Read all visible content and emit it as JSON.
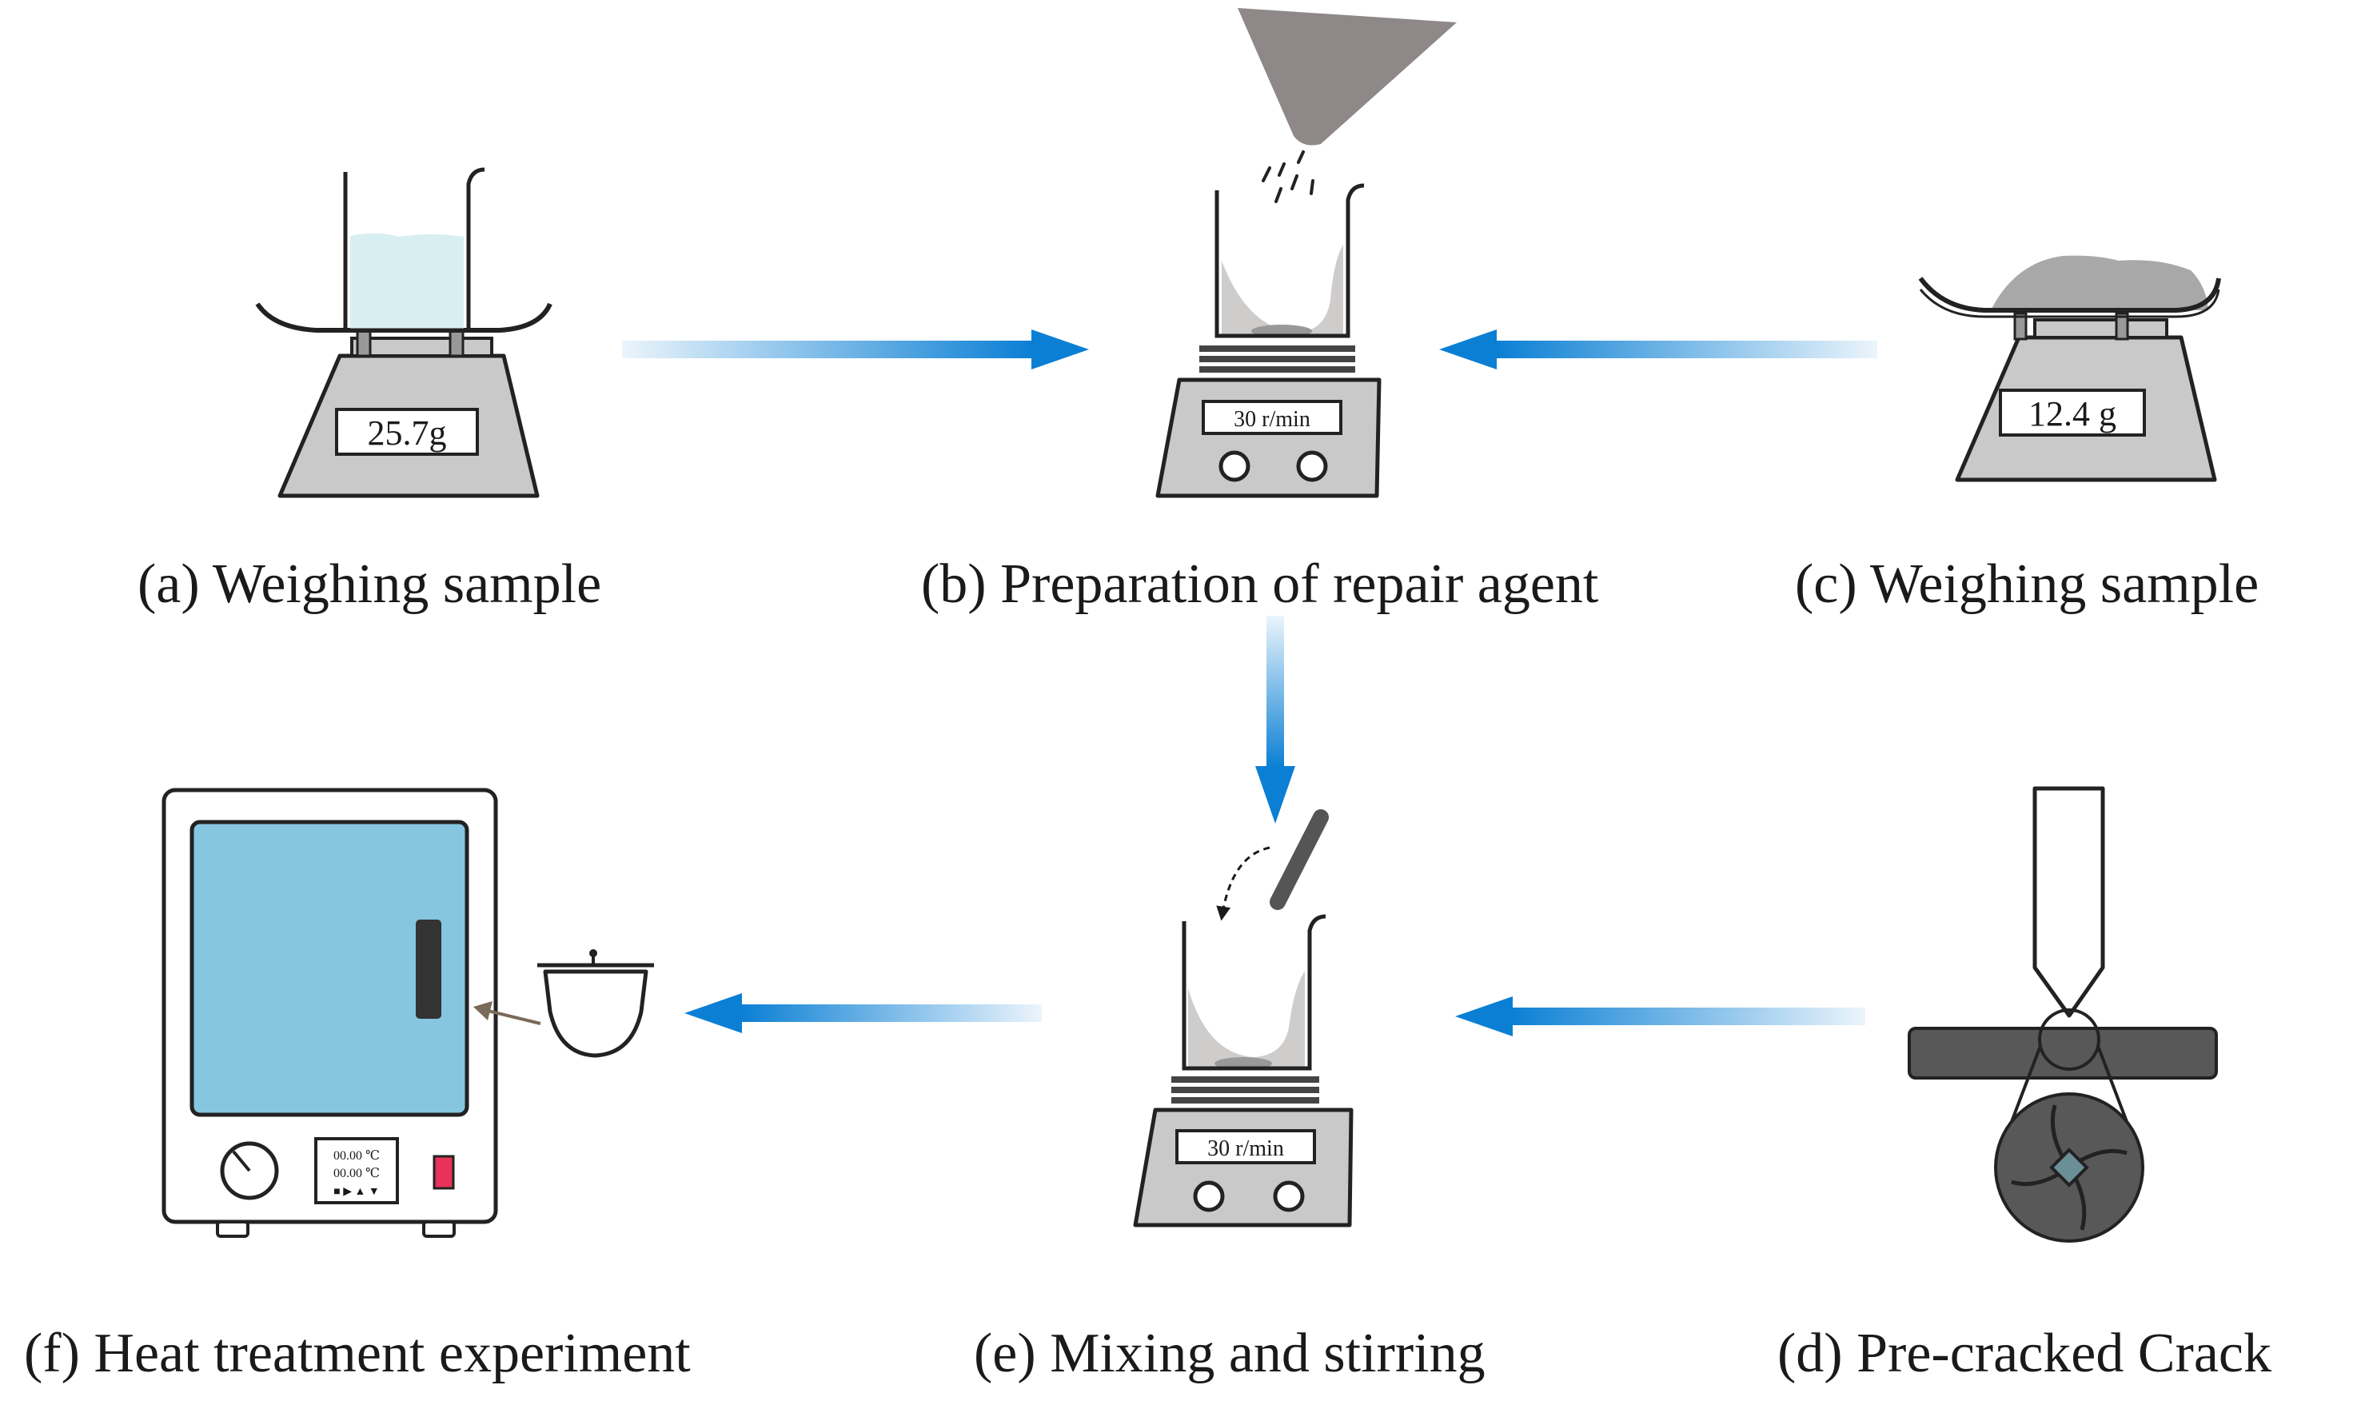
{
  "panels": {
    "a": {
      "caption": "(a) Weighing sample",
      "scale_reading": "25.7g"
    },
    "b": {
      "caption": "(b) Preparation of repair agent",
      "stirrer_reading": "30 r/min"
    },
    "c": {
      "caption": "(c) Weighing sample",
      "scale_reading": "12.4 g"
    },
    "d": {
      "caption": "(d) Pre-cracked Crack"
    },
    "e": {
      "caption": "(e) Mixing and stirring",
      "stirrer_reading": "30 r/min"
    },
    "f": {
      "caption": "(f) Heat treatment experiment",
      "display_line_1": "00.00 ℃",
      "display_line_2": "00.00 ℃",
      "display_buttons": "■ ▶ ▲ ▼"
    }
  },
  "colors": {
    "arrow": "#0a7fd4",
    "oven_window": "#86c6df",
    "scale_body": "#c9c9c9",
    "powder": "#a8a8a8",
    "liquid": "#d9eef1",
    "specimen": "#585858"
  }
}
